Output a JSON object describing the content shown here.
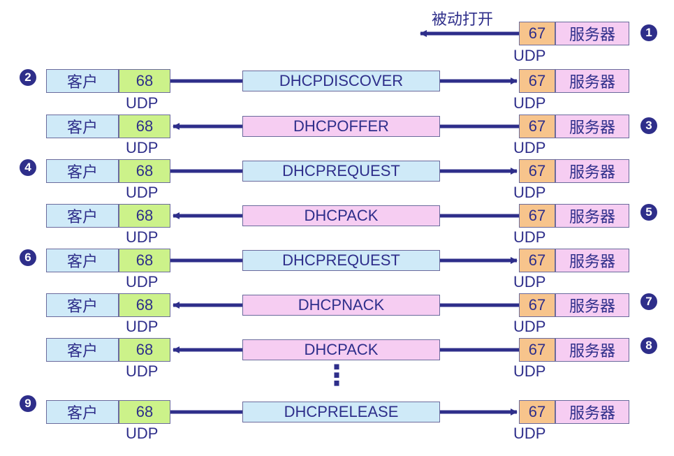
{
  "colors": {
    "client_fill": "#cfeaf8",
    "client_port_fill": "#ccf28a",
    "server_fill": "#f6cdf2",
    "server_port_fill": "#f7c48c",
    "msg_client_fill": "#cfeaf8",
    "msg_server_fill": "#f6cdf2",
    "line": "#2e2e8a",
    "text": "#2e2e8a"
  },
  "labels": {
    "client": "客户",
    "server": "服务器",
    "client_port": "68",
    "server_port": "67",
    "transport": "UDP",
    "passive_open": "被动打开",
    "ellipsis": "⋮"
  },
  "steps": [
    {
      "number": "1",
      "message": "",
      "direction": "left-short"
    },
    {
      "number": "2",
      "message": "DHCPDISCOVER",
      "direction": "to-server"
    },
    {
      "number": "3",
      "message": "DHCPOFFER",
      "direction": "to-client"
    },
    {
      "number": "4",
      "message": "DHCPREQUEST",
      "direction": "to-server"
    },
    {
      "number": "5",
      "message": "DHCPACK",
      "direction": "to-client"
    },
    {
      "number": "6",
      "message": "DHCPREQUEST",
      "direction": "to-server"
    },
    {
      "number": "7",
      "message": "DHCPNACK",
      "direction": "to-client"
    },
    {
      "number": "8",
      "message": "DHCPACK",
      "direction": "to-client"
    },
    {
      "number": "9",
      "message": "DHCPRELEASE",
      "direction": "to-server"
    }
  ]
}
